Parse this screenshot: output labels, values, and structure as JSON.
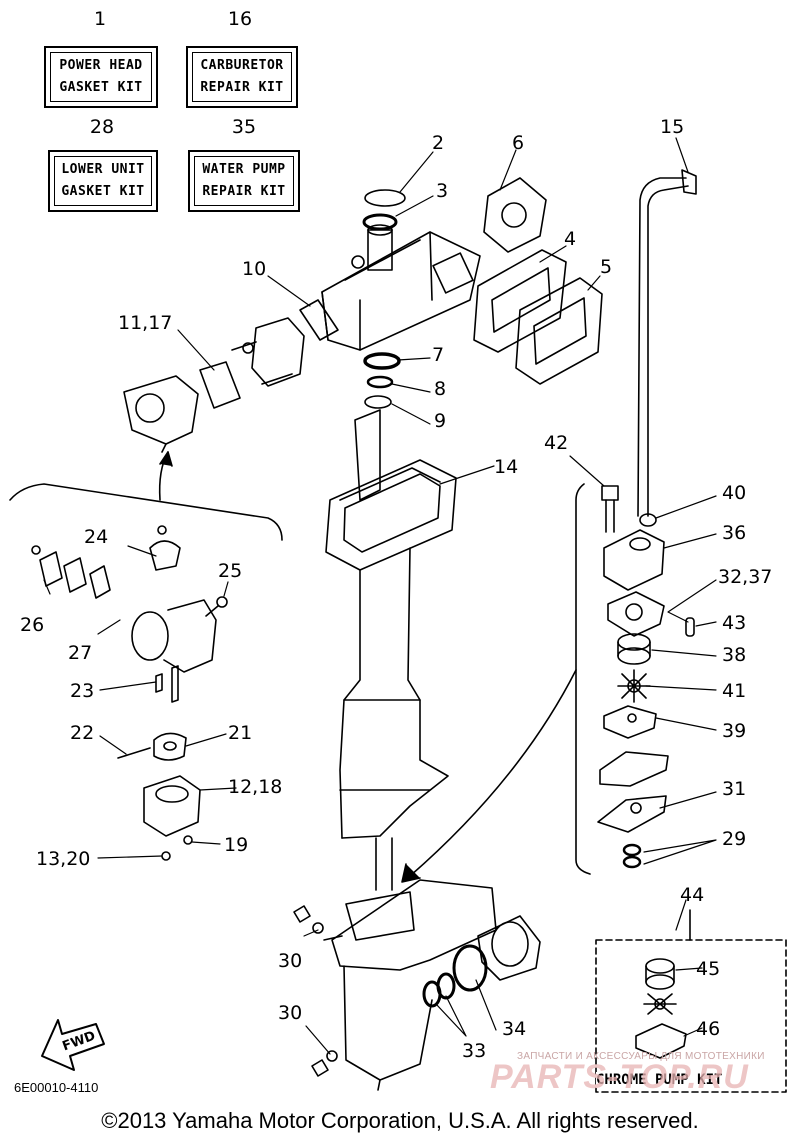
{
  "kits": [
    {
      "num": "1",
      "line1": "POWER HEAD",
      "line2": "GASKET KIT"
    },
    {
      "num": "16",
      "line1": "CARBURETOR",
      "line2": "REPAIR KIT"
    },
    {
      "num": "28",
      "line1": "LOWER UNIT",
      "line2": "GASKET KIT"
    },
    {
      "num": "35",
      "line1": "WATER PUMP",
      "line2": "REPAIR KIT"
    }
  ],
  "labels": {
    "l2": "2",
    "l3": "3",
    "l4": "4",
    "l5": "5",
    "l6": "6",
    "l7": "7",
    "l8": "8",
    "l9": "9",
    "l10": "10",
    "l11_17": "11,17",
    "l12_18": "12,18",
    "l13_20": "13,20",
    "l14": "14",
    "l15": "15",
    "l19": "19",
    "l21": "21",
    "l22": "22",
    "l23": "23",
    "l24": "24",
    "l25": "25",
    "l26": "26",
    "l27": "27",
    "l29": "29",
    "l30a": "30",
    "l30b": "30",
    "l31": "31",
    "l32_37": "32,37",
    "l33": "33",
    "l34": "34",
    "l36": "36",
    "l38": "38",
    "l39": "39",
    "l40": "40",
    "l41": "41",
    "l42": "42",
    "l43": "43",
    "l44": "44",
    "l45": "45",
    "l46": "46"
  },
  "fwd": "FWD",
  "chrome_kit": "CHROME PUMP KIT",
  "diagram_code": "6E00010-4110",
  "copyright": "©2013 Yamaha Motor Corporation, U.S.A. All rights reserved.",
  "watermark": {
    "small": "ЗАПЧАСТИ И АКСЕССУАРЫ ДЛЯ МОТОТЕХНИКИ",
    "big": "PARTS-TOP.RU"
  }
}
